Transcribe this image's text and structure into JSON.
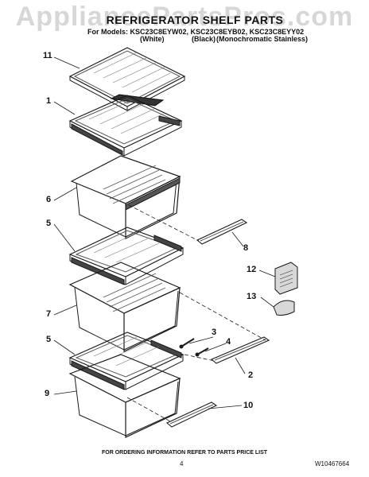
{
  "watermark": "AppliancePartsPros.com",
  "header": {
    "title": "REFRIGERATOR SHELF PARTS",
    "models": "For Models: KSC23C8EYW02, KSC23C8EYB02, KSC23C8EYY02",
    "color_white": "(White)",
    "color_black": "(Black)",
    "color_stainless": "(Monochromatic Stainless)"
  },
  "callouts": [
    "11",
    "1",
    "6",
    "5",
    "8",
    "12",
    "7",
    "13",
    "3",
    "4",
    "5",
    "2",
    "9",
    "10"
  ],
  "footer": {
    "ordering_info": "FOR ORDERING INFORMATION REFER TO PARTS PRICE LIST",
    "page_number": "4",
    "document_number": "W10467664"
  },
  "colors": {
    "line": "#1a1a1a",
    "watermark": "#969696"
  }
}
